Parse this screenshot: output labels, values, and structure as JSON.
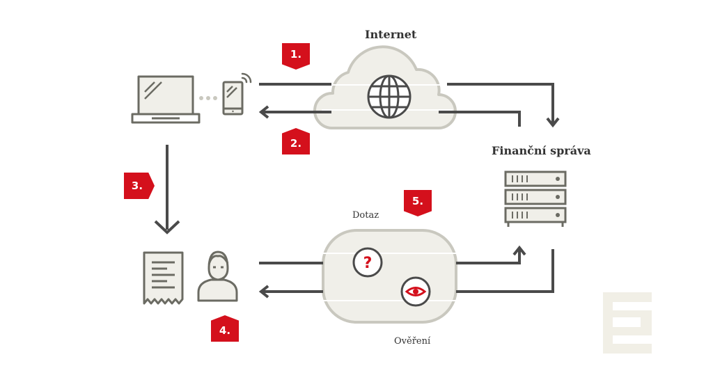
{
  "labels": {
    "internet": "Internet",
    "financni_sprava": "Finanční správa",
    "dotaz": "Dotaz",
    "overeni": "Ověření"
  },
  "steps": [
    "1.",
    "2.",
    "3.",
    "4.",
    "5."
  ],
  "icons": {
    "question": "?",
    "laptop": "laptop-icon",
    "phone": "phone-icon",
    "globe": "globe-icon",
    "server": "server-icon",
    "receipt": "receipt-icon",
    "person": "person-icon",
    "eye": "eye-icon",
    "logo": "e-logo-icon"
  },
  "colors": {
    "accent": "#d4101c",
    "line": "#4a4a4a",
    "icon": "#6b6b63",
    "fill": "#f0efe9",
    "logo": "#f1efe6"
  }
}
